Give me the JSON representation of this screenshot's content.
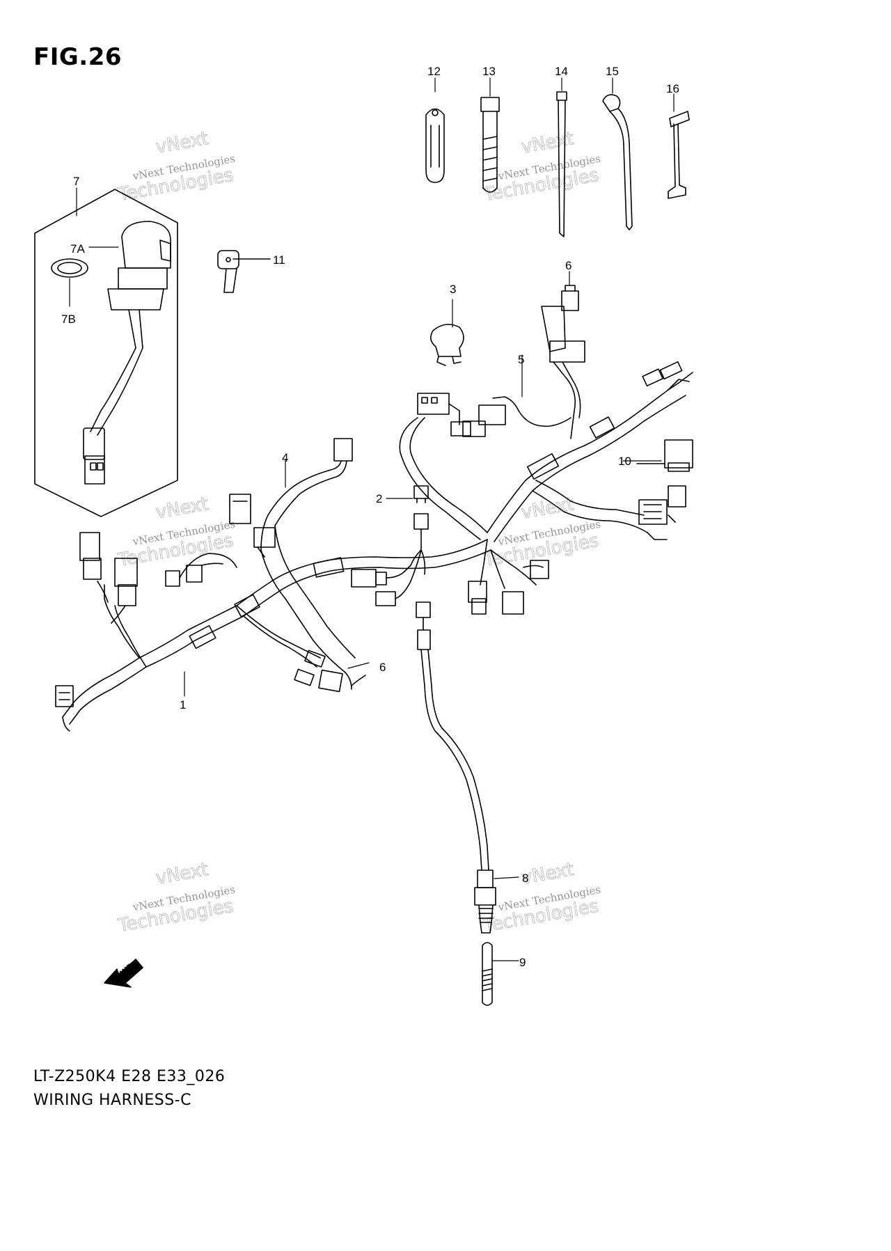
{
  "figure": {
    "title": "FIG.26",
    "code": "LT-Z250K4 E28 E33_026",
    "name": "WIRING HARNESS-C"
  },
  "callouts": [
    "1",
    "2",
    "3",
    "4",
    "5",
    "6",
    "6",
    "7",
    "7A",
    "7B",
    "8",
    "9",
    "10",
    "11",
    "12",
    "13",
    "14",
    "15",
    "16"
  ],
  "watermark": {
    "line1": "vNext",
    "line2": "vNext Technologies",
    "line3": "Technologies"
  },
  "direction_label": "FWD"
}
